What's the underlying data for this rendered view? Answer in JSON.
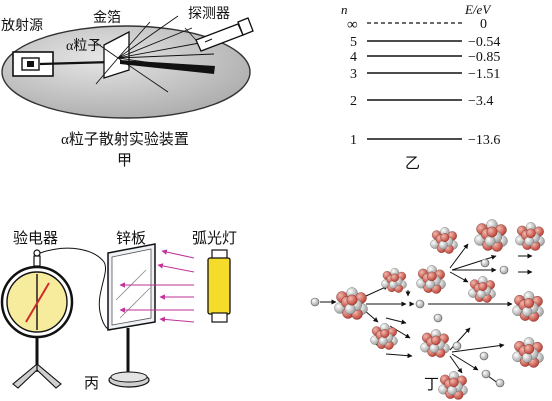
{
  "panel_jia": {
    "label": "甲",
    "caption": "α粒子散射实验装置",
    "source_label": "放射源",
    "foil_label": "金箔",
    "detector_label": "探测器",
    "particle_label": "α粒子"
  },
  "panel_yi": {
    "label": "乙",
    "n_header": "n",
    "energy_header": "E/eV",
    "levels": [
      {
        "n": "∞",
        "energy": "0"
      },
      {
        "n": "5",
        "energy": "−0.54"
      },
      {
        "n": "4",
        "energy": "−0.85"
      },
      {
        "n": "3",
        "energy": "−1.51"
      },
      {
        "n": "2",
        "energy": "−3.4"
      },
      {
        "n": "1",
        "energy": "−13.6"
      }
    ]
  },
  "panel_bing": {
    "label": "丙",
    "electroscope_label": "验电器",
    "zinc_label": "锌板",
    "lamp_label": "弧光灯"
  },
  "panel_ding": {
    "label": "丁"
  },
  "colors": {
    "nucleon_red": "#c8473a",
    "nucleon_gray": "#b9b9b9",
    "uv_arrow": "#c2329a",
    "lamp_yellow": "#f6dc2a",
    "dial_yellow": "#f7ec9e",
    "disc_gray": "#c7c7c7"
  }
}
